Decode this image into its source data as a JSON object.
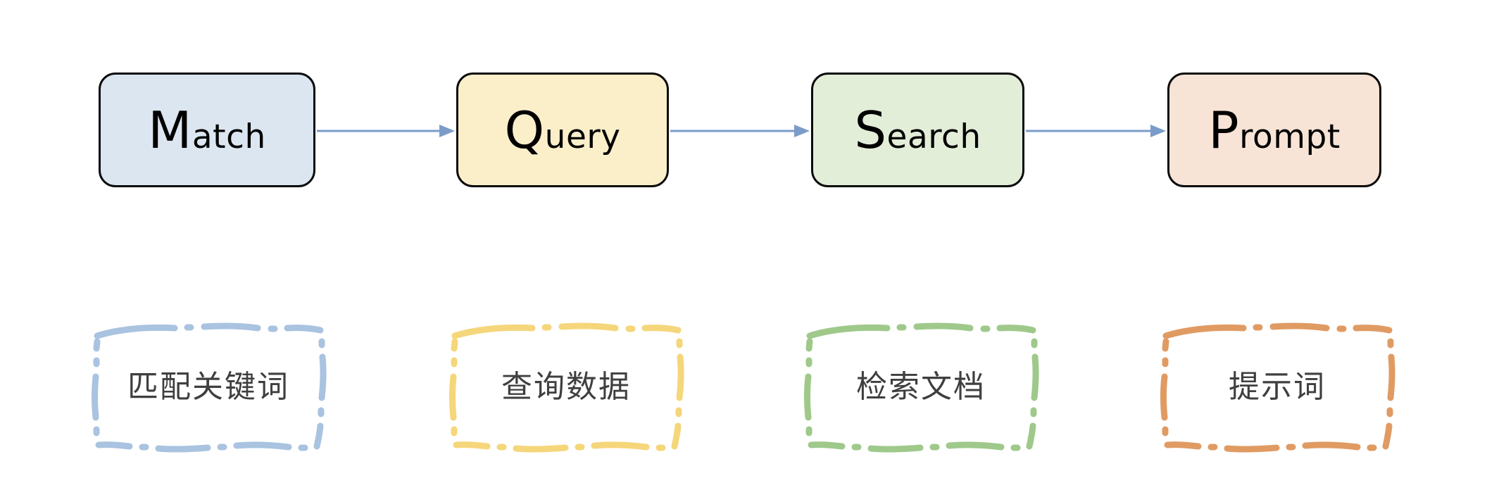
{
  "diagram": {
    "type": "flow-pipeline",
    "background_color": "#ffffff",
    "arrow_color": "#7b9cc8",
    "stage_border_color": "#0a0a0a",
    "annotation_text_color": "#3f3f3f",
    "stages": [
      {
        "id": "match",
        "cap": "M",
        "rest": "atch",
        "full_label": "Match",
        "fill_color": "#dce6f1",
        "annotation": "匹配关键词",
        "annotation_color": "#a9c3e0"
      },
      {
        "id": "query",
        "cap": "Q",
        "rest": "uery",
        "full_label": "Query",
        "fill_color": "#fbefca",
        "annotation": "查询数据",
        "annotation_color": "#f5d67a"
      },
      {
        "id": "search",
        "cap": "S",
        "rest": "earch",
        "full_label": "Search",
        "fill_color": "#e3eed9",
        "annotation": "检索文档",
        "annotation_color": "#9fc98b"
      },
      {
        "id": "prompt",
        "cap": "P",
        "rest": "rompt",
        "full_label": "Prompt",
        "fill_color": "#f8e4d6",
        "annotation": "提示词",
        "annotation_color": "#e09b63"
      }
    ],
    "connectors": [
      {
        "id": "match-query",
        "from": "Match",
        "to": "Query",
        "icon": "arrow-right-icon"
      },
      {
        "id": "query-search",
        "from": "Query",
        "to": "Search",
        "icon": "arrow-right-icon"
      },
      {
        "id": "search-prompt",
        "from": "Search",
        "to": "Prompt",
        "icon": "arrow-right-icon"
      }
    ]
  }
}
